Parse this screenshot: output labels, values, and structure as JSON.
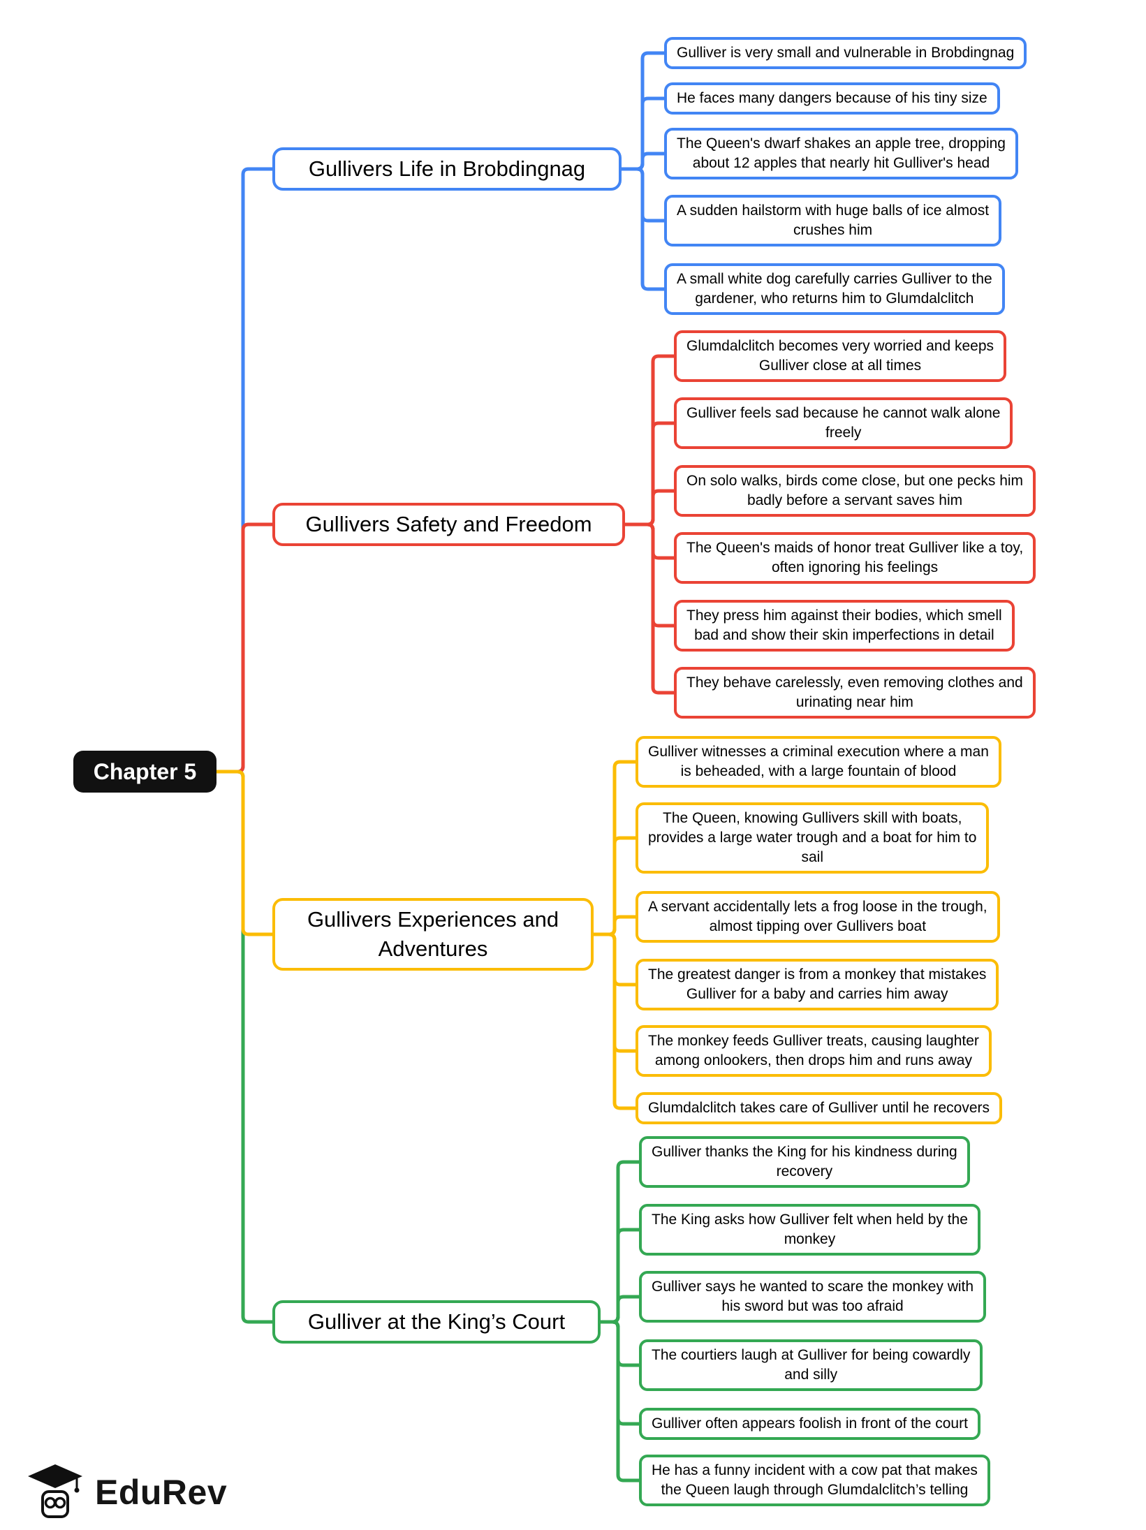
{
  "root": {
    "label": "Chapter 5"
  },
  "branches": [
    {
      "label": "Gullivers Life in Brobdingnag",
      "color": "#4285F4",
      "leaves": [
        "Gulliver is very small and vulnerable in Brobdingnag",
        "He faces many dangers because of his tiny size",
        "The Queen's dwarf shakes an apple tree, dropping\nabout 12 apples that nearly hit Gulliver's head",
        "A sudden hailstorm with huge balls of ice almost\ncrushes him",
        "A small white dog carefully carries Gulliver to the\ngardener, who returns him to Glumdalclitch"
      ]
    },
    {
      "label": "Gullivers Safety and Freedom",
      "color": "#EA4335",
      "leaves": [
        "Glumdalclitch becomes very worried and keeps\nGulliver close at all times",
        "Gulliver feels sad because he cannot walk alone\nfreely",
        "On solo walks, birds come close, but one pecks him\nbadly before a servant saves him",
        "The Queen's maids of honor treat Gulliver like a toy,\noften ignoring his feelings",
        "They press him against their bodies, which smell\nbad and show their skin imperfections in detail",
        "They behave carelessly, even removing clothes and\nurinating near him"
      ]
    },
    {
      "label": "Gullivers Experiences and\nAdventures",
      "color": "#FBBC05",
      "leaves": [
        "Gulliver witnesses a criminal execution where a man\nis beheaded, with a large fountain of blood",
        "The Queen, knowing Gullivers skill with boats,\nprovides a large water trough and a boat for him to\nsail",
        "A servant accidentally lets a frog loose in the trough,\nalmost tipping over Gullivers boat",
        "The greatest danger is from a monkey that mistakes\nGulliver for a baby and carries him away",
        "The monkey feeds Gulliver treats, causing laughter\namong onlookers, then drops him and runs away",
        "Glumdalclitch takes care of Gulliver until he recovers"
      ]
    },
    {
      "label": "Gulliver at the King’s Court",
      "color": "#34A853",
      "leaves": [
        "Gulliver thanks the King for his kindness during\nrecovery",
        "The King asks how Gulliver felt when held by the\nmonkey",
        "Gulliver says he wanted to scare the monkey with\nhis sword but was too afraid",
        "The courtiers laugh at Gulliver for being cowardly\nand silly",
        "Gulliver often appears foolish in front of the court",
        "He has a funny incident with a cow pat that makes\nthe Queen laugh through Glumdalclitch’s telling"
      ]
    }
  ],
  "logo": {
    "text": "EduRev"
  },
  "colors": {
    "blue": "#4285F4",
    "red": "#EA4335",
    "yellow": "#FBBC05",
    "green": "#34A853",
    "root_bg": "#111111",
    "root_text": "#FFFFFF"
  }
}
